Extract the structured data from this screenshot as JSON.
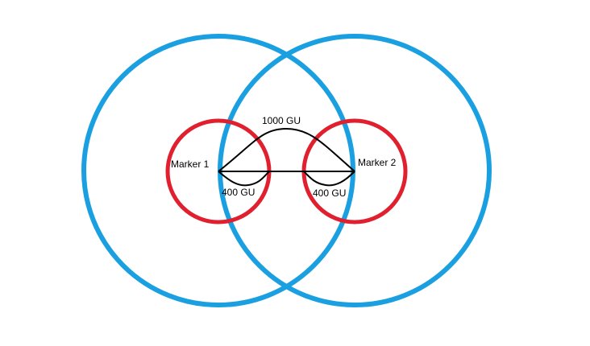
{
  "markers": [
    {
      "label": "Marker 1"
    },
    {
      "label": "Marker 2"
    }
  ],
  "distances": {
    "between_markers": "1000 GU",
    "marker1_radius": "400 GU",
    "marker2_radius": "400 GU"
  },
  "colors": {
    "outer_circle": "#1aa0e0",
    "inner_circle": "#e0202e",
    "line": "#000000"
  }
}
